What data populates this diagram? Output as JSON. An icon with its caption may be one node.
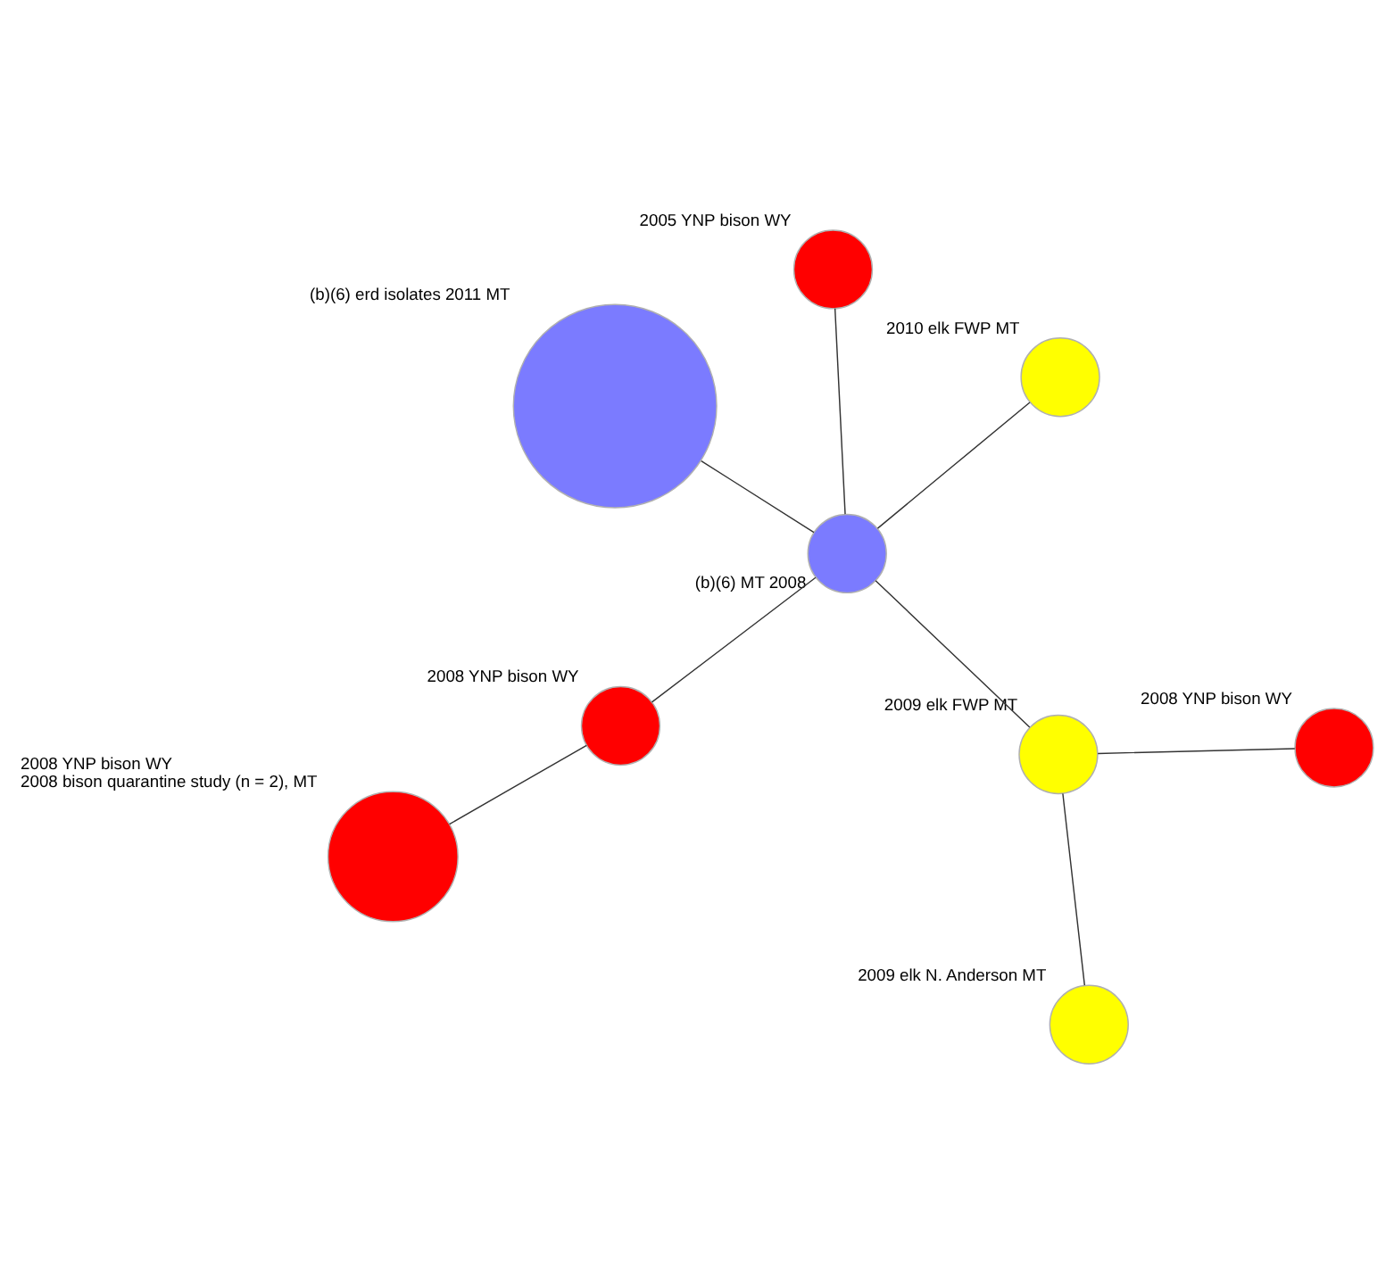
{
  "diagram": {
    "nodes": [
      {
        "text": [],
        "shape": "circle",
        "beside": [
          "(b)(6) erd isolates 2011 MT"
        ]
      },
      {
        "text": [],
        "shape": "circle",
        "beside": [
          "2010 elk FWP MT"
        ]
      },
      {
        "text": [],
        "shape": "circle",
        "beside": [
          "2009 elk N. Anderson MT"
        ]
      },
      {
        "text": [],
        "shape": "circle",
        "beside": [
          "(b)(6) MT 2008"
        ]
      },
      {
        "text": [],
        "shape": "circle",
        "beside": [
          "2005 YNP bison WY"
        ]
      },
      {
        "text": [],
        "shape": "circle",
        "beside": [
          "2009 elk FWP MT"
        ]
      },
      {
        "text": [],
        "shape": "circle",
        "beside": [
          "2008 YNP bison WY"
        ]
      },
      {
        "text": [],
        "shape": "circle",
        "beside": [
          "2008 YNP bison WY"
        ]
      },
      {
        "text": [],
        "shape": "circle",
        "beside": [
          "2008 YNP bison WY",
          "2008 bison quarantine study (n = 2), MT"
        ]
      }
    ],
    "edges": [
      {
        "from": 3,
        "to": 0,
        "arrow": "none"
      },
      {
        "from": 3,
        "to": 1,
        "arrow": "none"
      },
      {
        "from": 3,
        "to": 4,
        "arrow": "none"
      },
      {
        "from": 3,
        "to": 6,
        "arrow": "none"
      },
      {
        "from": 3,
        "to": 5,
        "arrow": "none"
      },
      {
        "from": 5,
        "to": 2,
        "arrow": "none"
      },
      {
        "from": 5,
        "to": 7,
        "arrow": "none"
      },
      {
        "from": 6,
        "to": 8,
        "arrow": "none"
      }
    ]
  }
}
